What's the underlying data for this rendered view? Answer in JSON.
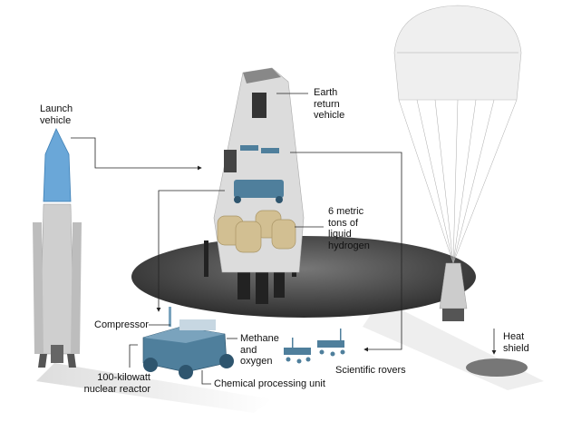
{
  "labels": {
    "launch_vehicle": "Launch\nvehicle",
    "earth_return_vehicle": "Earth\nreturn\nvehicle",
    "hydrogen": "6 metric\ntons of\nliquid\nhydrogen",
    "compressor": "Compressor",
    "methane_oxygen": "Methane\nand\noxygen",
    "nuclear_reactor": "100-kilowatt\nnuclear reactor",
    "chemical_unit": "Chemical processing unit",
    "scientific_rovers": "Scientific rovers",
    "heat_shield": "Heat\nshield"
  },
  "colors": {
    "rover_blue": "#4f7f9c",
    "tank_tan": "#d2bf92",
    "hull_gray": "#d4d4d4",
    "disc_dark": "#3a3a3a"
  }
}
